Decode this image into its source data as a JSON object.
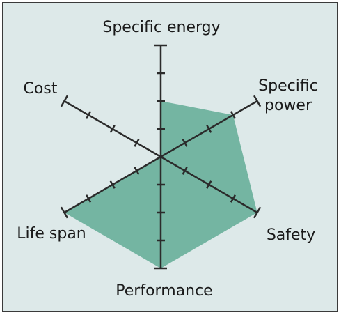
{
  "chart_data": {
    "type": "radar",
    "axes": [
      "Specific energy",
      "Specific power",
      "Safety",
      "Performance",
      "Life span",
      "Cost"
    ],
    "axis_label_lines": [
      [
        "Specific energy"
      ],
      [
        "Specific",
        "power"
      ],
      [
        "Safety"
      ],
      [
        "Performance"
      ],
      [
        "Life span"
      ],
      [
        "Cost"
      ]
    ],
    "scale": {
      "min": 0,
      "max": 4,
      "ticks": [
        1,
        2,
        3,
        4
      ]
    },
    "series": [
      {
        "values": [
          2,
          3,
          4,
          4,
          4,
          0
        ]
      }
    ],
    "colors": {
      "fill": "#74b5a2",
      "axis": "#2b2b2b",
      "background": "#dde9e9"
    }
  }
}
